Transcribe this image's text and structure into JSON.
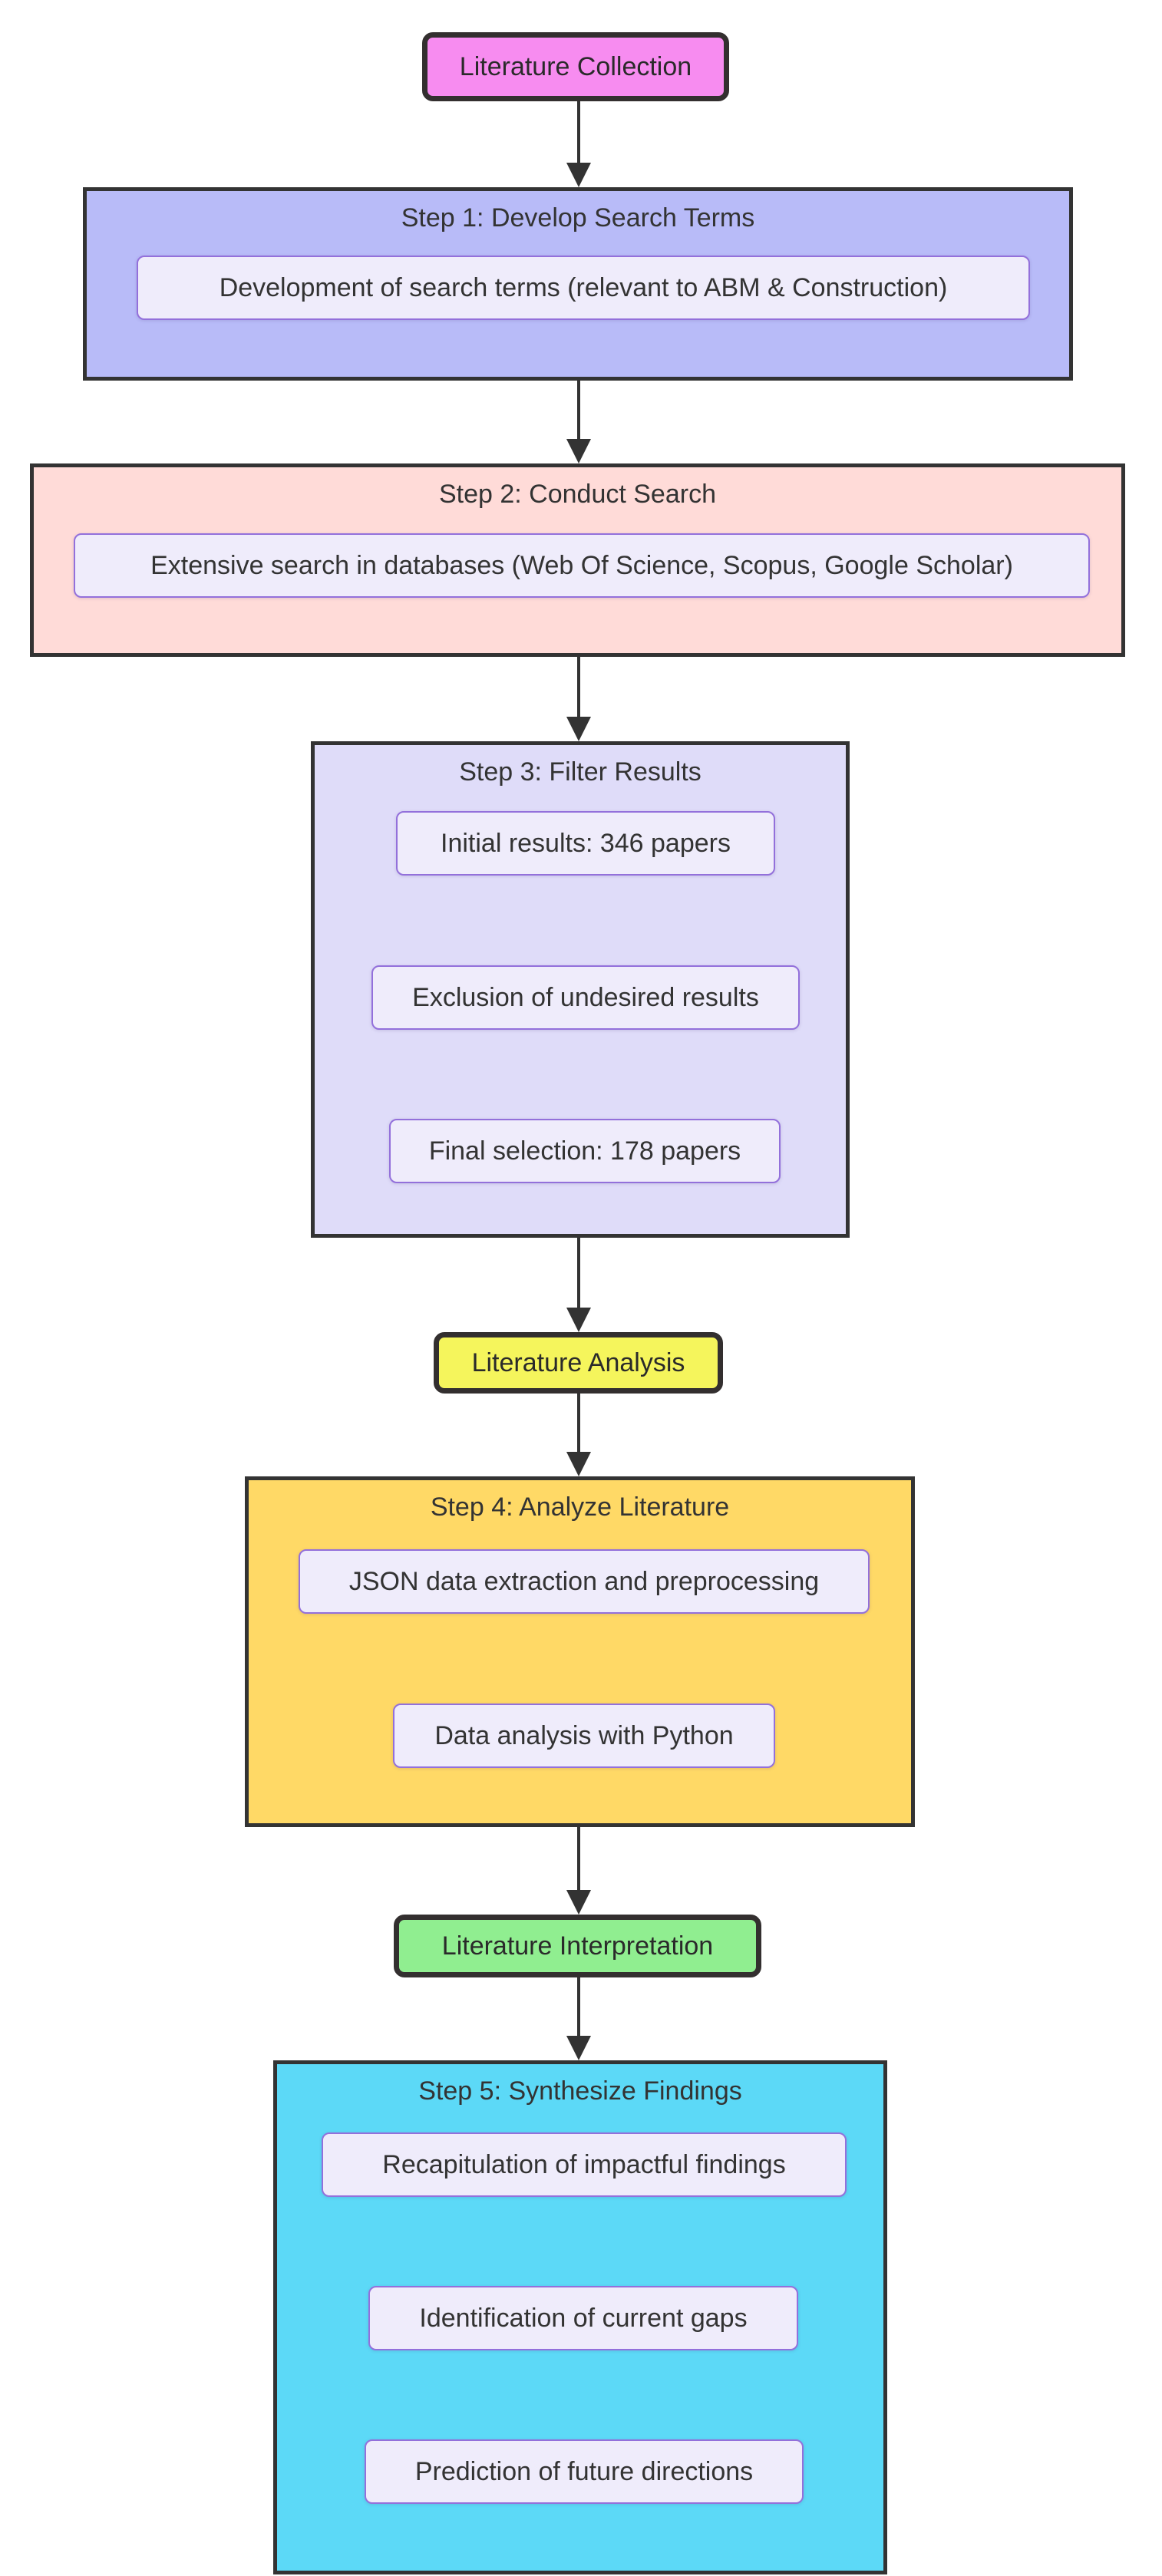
{
  "flow": {
    "nodes": {
      "literature_collection": {
        "label": "Literature Collection",
        "fill": "#F78CF0"
      },
      "literature_analysis": {
        "label": "Literature Analysis",
        "fill": "#F5F55C"
      },
      "literature_interpretation": {
        "label": "Literature Interpretation",
        "fill": "#90EE90"
      }
    },
    "clusters": [
      {
        "title": "Step 1: Develop Search Terms",
        "fill": "#B8BBF8",
        "items": [
          "Development of search terms (relevant to ABM & Construction)"
        ]
      },
      {
        "title": "Step 2: Conduct Search",
        "fill": "#FFDBD8",
        "items": [
          "Extensive search in databases (Web Of Science, Scopus, Google Scholar)"
        ]
      },
      {
        "title": "Step 3: Filter Results",
        "fill": "#DFDCF9",
        "items": [
          "Initial results: 346 papers",
          "Exclusion of undesired results",
          "Final selection: 178 papers"
        ]
      },
      {
        "title": "Step 4: Analyze Literature",
        "fill": "#FFD966",
        "items": [
          "JSON data extraction and preprocessing",
          "Data analysis with Python"
        ]
      },
      {
        "title": "Step 5: Synthesize Findings",
        "fill": "#5CD9F7",
        "items": [
          "Recapitulation of impactful findings",
          "Identification of current gaps",
          "Prediction of future directions"
        ]
      }
    ],
    "colors": {
      "node_border": "#333333",
      "cluster_border": "#333333",
      "inner_fill": "#EFECFB",
      "inner_border": "#9370DB",
      "arrow": "#333333",
      "text": "#333333"
    }
  }
}
